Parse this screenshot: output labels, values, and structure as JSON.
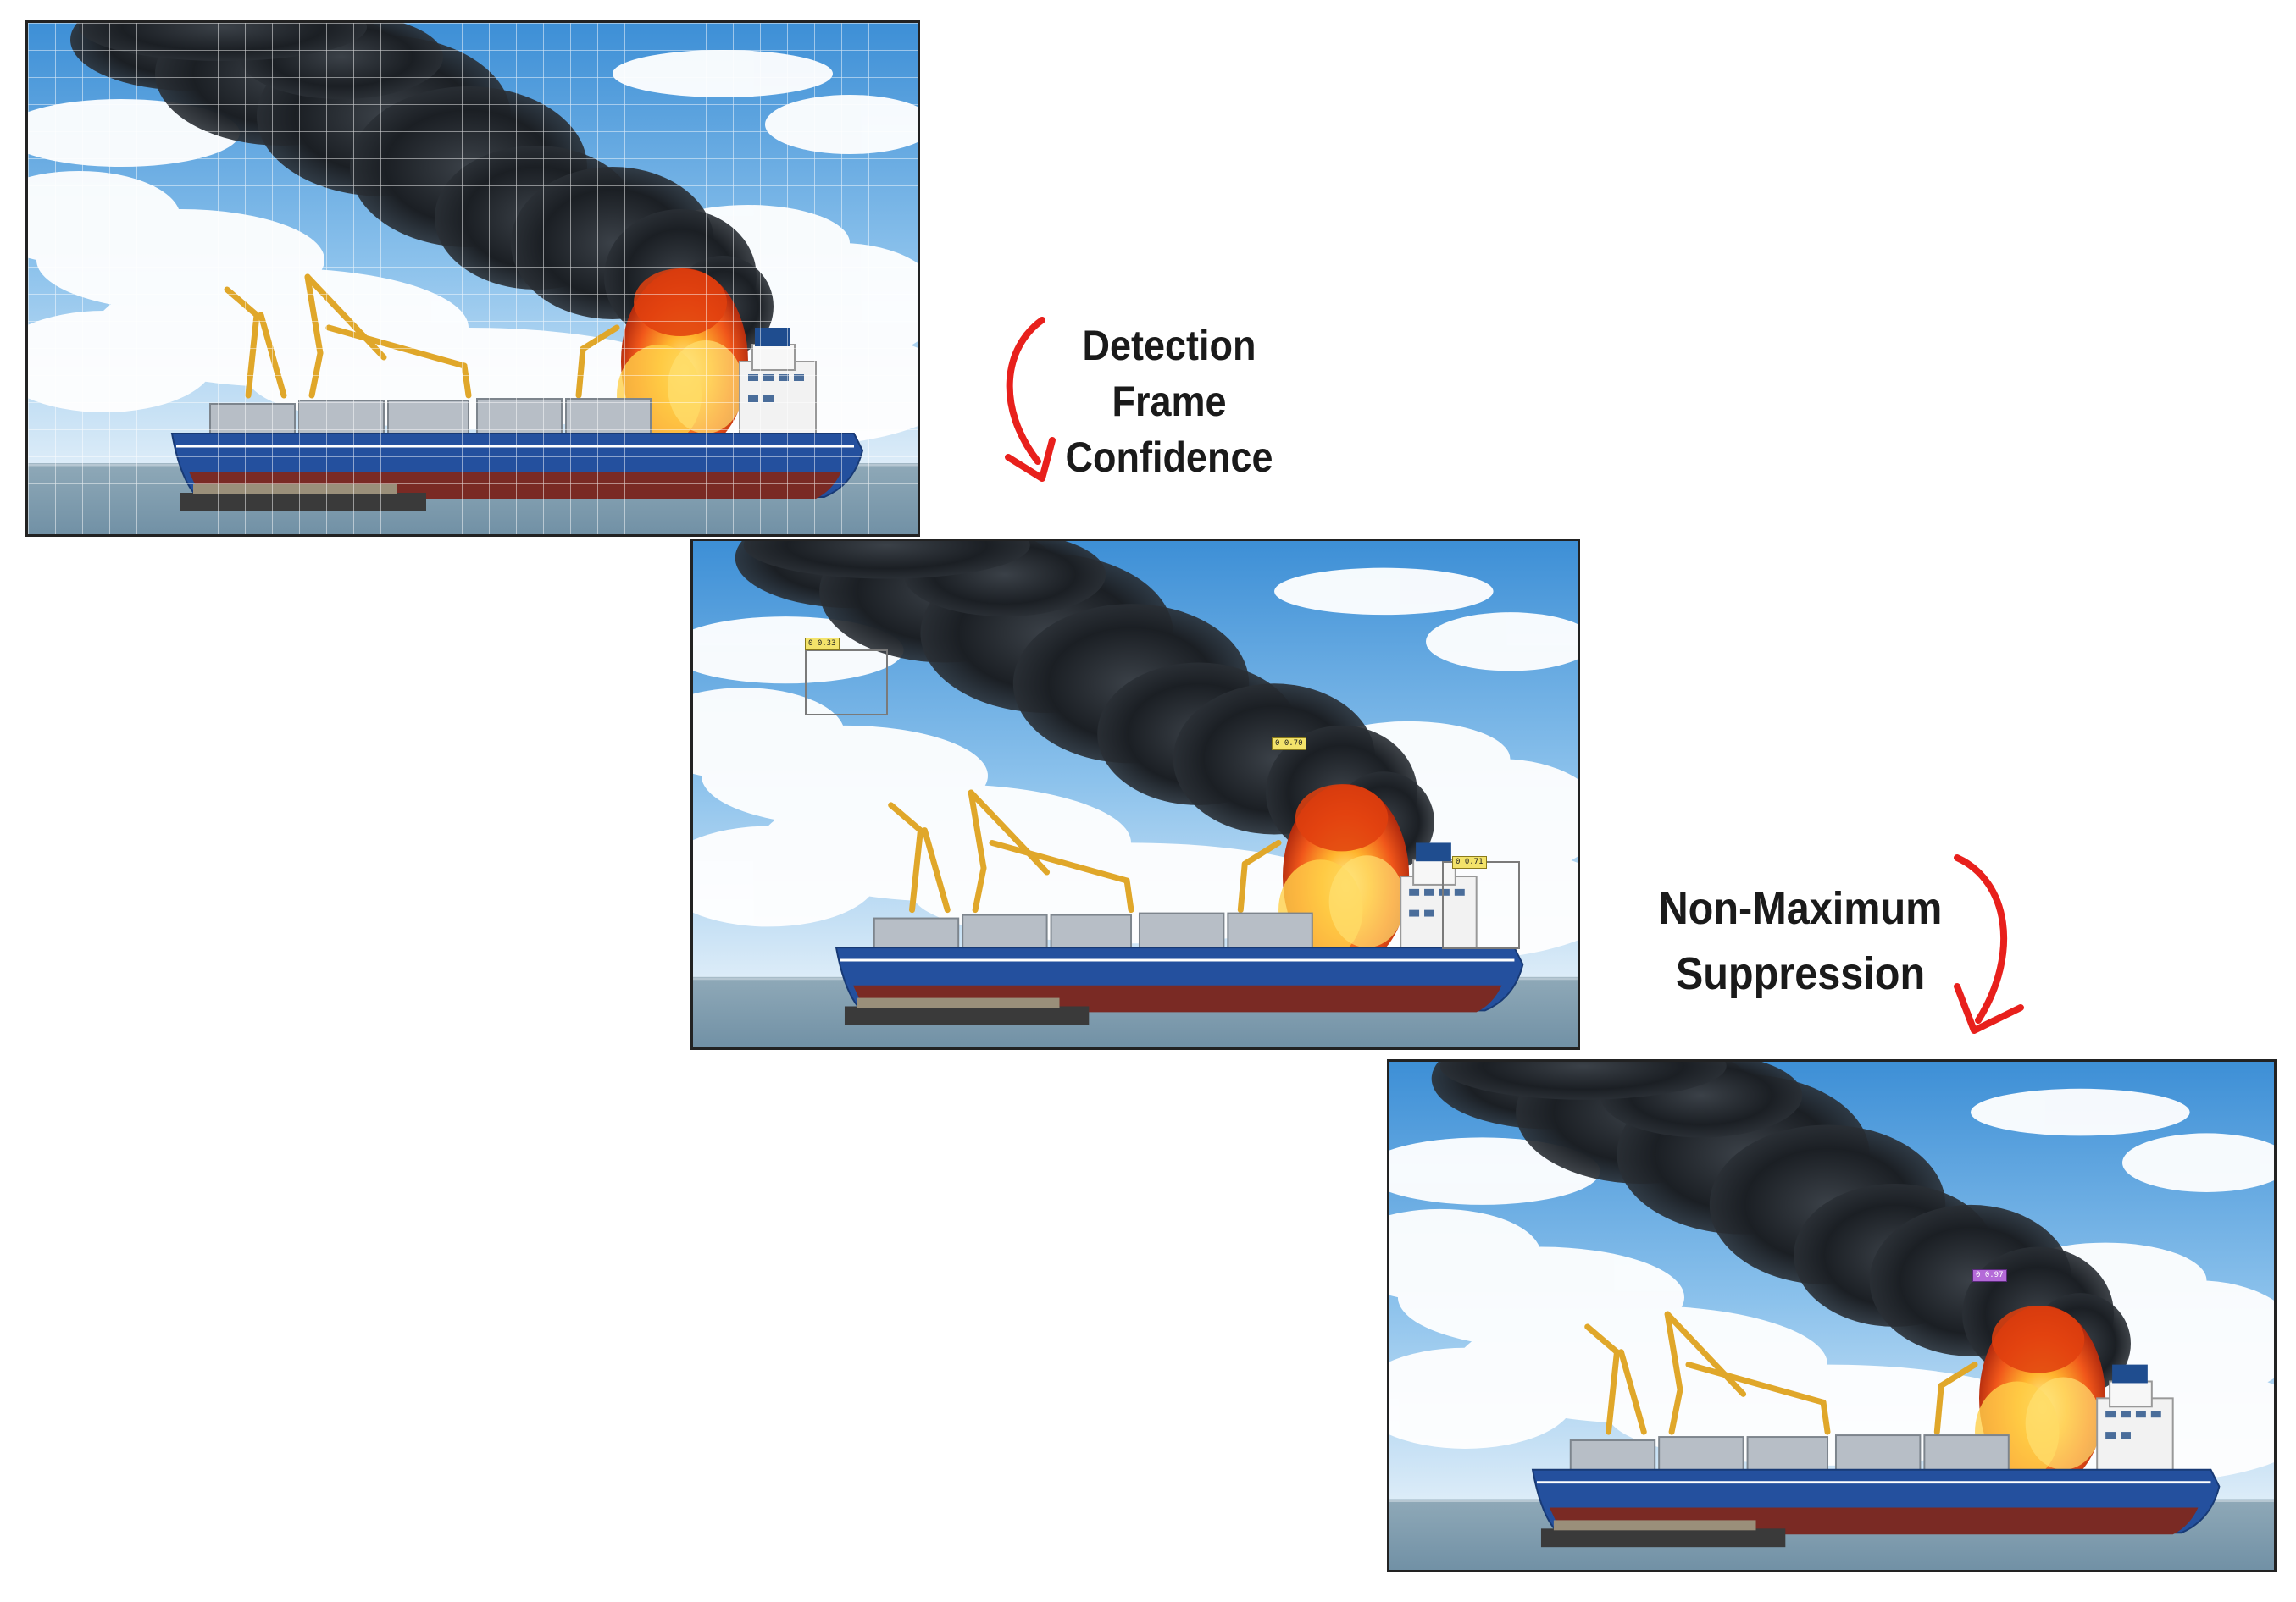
{
  "steps": [
    {
      "lines": [
        "Detection",
        "Frame",
        "Confidence"
      ]
    },
    {
      "lines": [
        "Non-Maximum",
        "Suppression"
      ]
    }
  ],
  "detections": {
    "panel2": [
      "0 0.33",
      "0 0.70",
      "0 0.71"
    ],
    "panel3": [
      "0 0.97"
    ]
  },
  "colors": {
    "arrow": "#e8201c",
    "tag_yellow": "#f3e36a",
    "tag_purple": "#b46ad8"
  }
}
